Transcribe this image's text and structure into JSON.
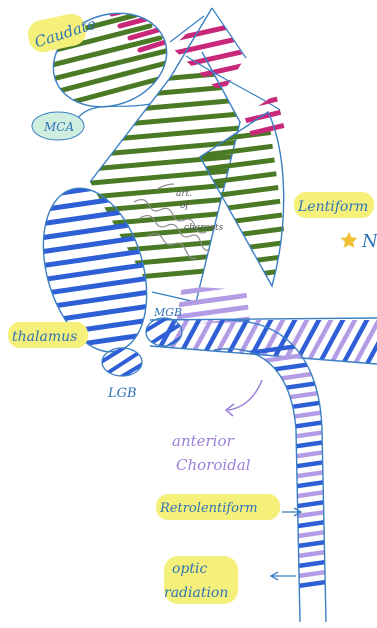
{
  "labels": {
    "caudate": "Caudate",
    "mca": "MCA",
    "art_line1": "art.",
    "art_line2": "of",
    "art_line3": "charcots",
    "lentiform": "Lentiform",
    "lentiform_cut": "N",
    "thalamus": "thalamus",
    "mgb": "MGB",
    "lgb": "LGB",
    "anterior": "anterior",
    "choroidal": "Choroidal",
    "retrolentiform": "Retrolentiform",
    "optic": "optic",
    "radiation": "radiation"
  },
  "colors": {
    "outline": "#3a7fc4",
    "green": "#4a7a25",
    "magenta": "#c8277a",
    "blue_hatch": "#2f5fd6",
    "lavender": "#b39ce6",
    "gray": "#8c8c8c",
    "highlight": "#f5f07a",
    "mca_fill": "#cfeee0",
    "text_blue": "#2f73b6",
    "text_purple": "#9a7fd8",
    "star": "#f2c033"
  },
  "icons": {
    "star": "star-icon"
  }
}
